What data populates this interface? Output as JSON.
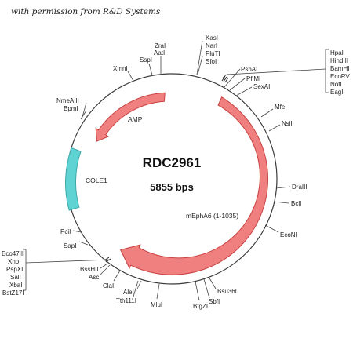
{
  "permission_note": "with permission from R&D Systems",
  "plasmid": {
    "name": "RDC2961",
    "size": "5855 bps"
  },
  "features": {
    "amp": "AMP",
    "cole1": "COLE1",
    "insert": "mEphA6 (1-1035)"
  },
  "colors": {
    "backbone": "#3a3a3a",
    "arrow_fill": "#f08080",
    "arrow_stroke": "#c94040",
    "cole1_fill": "#5fd3d3",
    "cole1_stroke": "#3aa9a9"
  },
  "sites": {
    "top": {
      "zrai": "ZraI",
      "aatii": "AatII",
      "sspi": "SspI",
      "xmni": "XmnI",
      "kasi": "KasI",
      "nari": "NarI",
      "pluti": "PluTI",
      "sfoi": "SfoI"
    },
    "top_right": {
      "pshai": "PshAI",
      "pflmi": "PflMI",
      "sexai": "SexAI"
    },
    "right_box": [
      "HpaI",
      "HindIII",
      "BamHI",
      "EcoRV",
      "NotI",
      "EagI"
    ],
    "right": {
      "mfei": "MfeI",
      "nsii": "NsiI",
      "draiii": "DraIII",
      "bcli": "BclI",
      "econi": "EcoNI"
    },
    "bottom": {
      "bsu36i": "Bsu36I",
      "sbfi": "SbfI",
      "btgzi": "BtgZI",
      "mlui": "MluI",
      "alei": "AleI",
      "tth111i": "Tth111I",
      "clai": "ClaI",
      "asci": "AscI",
      "bsshii": "BssHII"
    },
    "left": {
      "nmeaiii": "NmeAIII",
      "bpmi": "BpmI",
      "pcii": "PciI",
      "sapi": "SapI"
    },
    "left_box": [
      "Eco47III",
      "XhoI",
      "PspXI",
      "SalI",
      "XbaI",
      "BstZ17I"
    ]
  }
}
